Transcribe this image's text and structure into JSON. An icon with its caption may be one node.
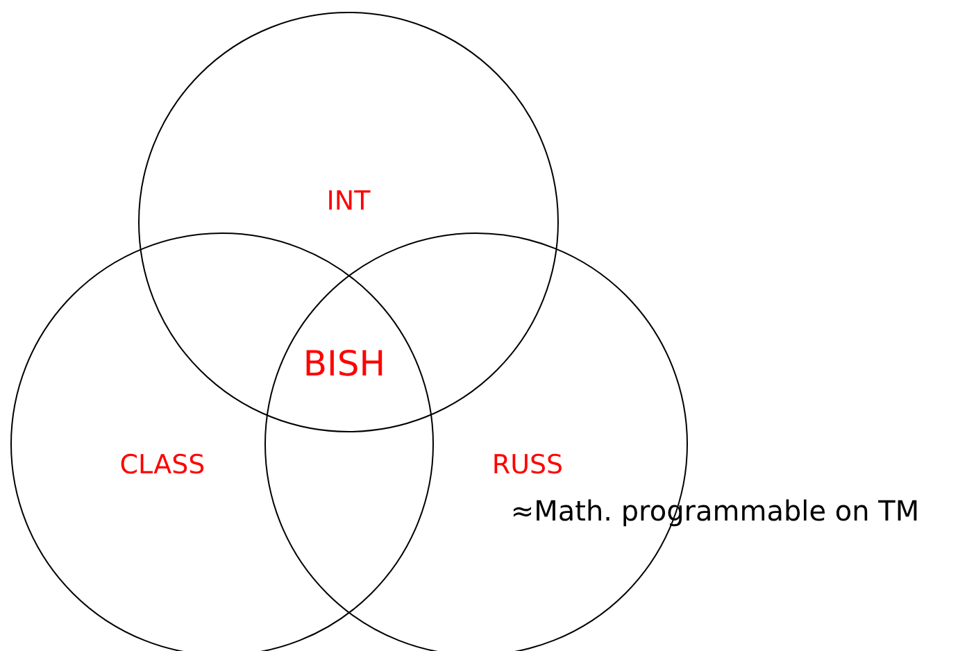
{
  "diagram": {
    "nodes": [
      {
        "text": [
          "INT"
        ]
      },
      {
        "text": [
          "CLASS"
        ]
      },
      {
        "text": [
          "RUSS"
        ]
      }
    ],
    "labels": [
      "BISH",
      "≈Math. programmable on TM"
    ]
  }
}
